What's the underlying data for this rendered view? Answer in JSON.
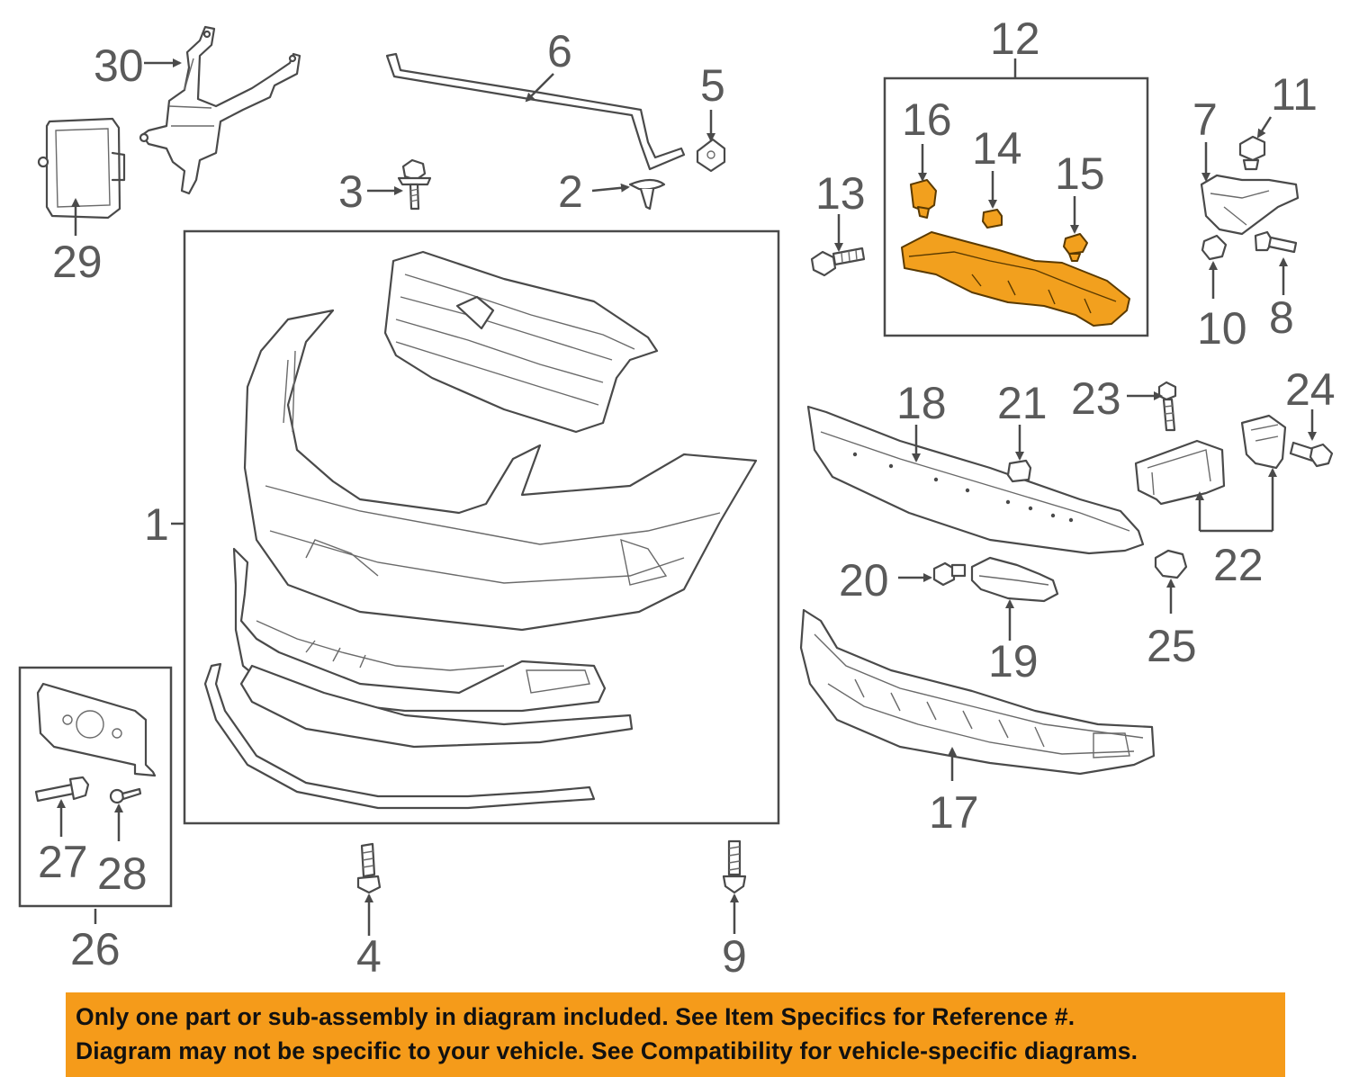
{
  "labels": {
    "p1": "1",
    "p2": "2",
    "p3": "3",
    "p4": "4",
    "p5": "5",
    "p6": "6",
    "p7": "7",
    "p8": "8",
    "p9": "9",
    "p10": "10",
    "p11": "11",
    "p12": "12",
    "p13": "13",
    "p14": "14",
    "p15": "15",
    "p16": "16",
    "p17": "17",
    "p18": "18",
    "p19": "19",
    "p20": "20",
    "p21": "21",
    "p22": "22",
    "p23": "23",
    "p24": "24",
    "p25": "25",
    "p26": "26",
    "p27": "27",
    "p28": "28",
    "p29": "29",
    "p30": "30"
  },
  "highlight_color": "#f2a01e",
  "highlighted_parts": [
    "12",
    "14",
    "15",
    "16"
  ],
  "banner": {
    "background": "#f59b1a",
    "line1": "Only one part or sub-assembly in diagram included. See Item Specifics for Reference #.",
    "line2": "Diagram may not be specific to your vehicle. See Compatibility for vehicle-specific diagrams."
  }
}
